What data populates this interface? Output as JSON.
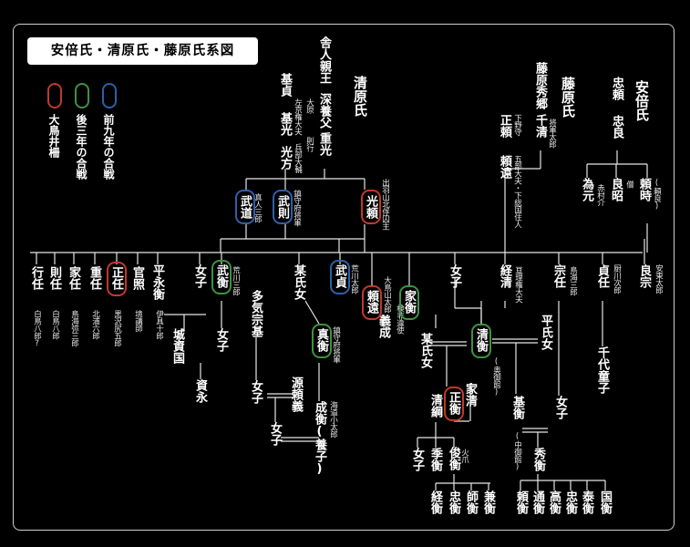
{
  "title": "安倍氏・清原氏・藤原氏系図",
  "colors": {
    "background": "#000000",
    "line": "#e6e6e6",
    "red": "#c0392b",
    "green": "#3f9142",
    "blue": "#2f5fa8"
  },
  "legend": [
    {
      "label": "大鳥井柵",
      "color": "red"
    },
    {
      "label": "後三年の合戦",
      "color": "green"
    },
    {
      "label": "前九年の合戦",
      "color": "blue"
    }
  ],
  "clans": {
    "abe": "安倍氏",
    "kiyohara": "清原氏",
    "fujiwara": "藤原氏"
  },
  "persons": [
    {
      "id": "toneri",
      "label": "舎人親王"
    },
    {
      "id": "fukayabu",
      "label": "深養父"
    },
    {
      "id": "shigemitsu",
      "label": "重光"
    },
    {
      "id": "motosada",
      "label": "基貞"
    },
    {
      "id": "motomitsu",
      "label": "基光"
    },
    {
      "id": "mitsukata",
      "label": "光方"
    },
    {
      "id": "ohara",
      "label": "大原"
    },
    {
      "id": "noriyuki",
      "label": "則行"
    },
    {
      "id": "motomitsu_note",
      "label": "左京権大夫 兵部大輔"
    },
    {
      "id": "hidesato",
      "label": "藤原秀郷"
    },
    {
      "id": "chikakiyo",
      "label": "千清"
    },
    {
      "id": "chikakiyo_note",
      "label": "将軍太郎"
    },
    {
      "id": "masayori",
      "label": "正頼"
    },
    {
      "id": "yoritoo",
      "label": "頼遠"
    },
    {
      "id": "masayori_note",
      "label": "下野守"
    },
    {
      "id": "yoritoo_note",
      "label": "五部大夫・下総国住人"
    },
    {
      "id": "tadayori",
      "label": "忠頼"
    },
    {
      "id": "tadayoshi",
      "label": "忠良"
    },
    {
      "id": "tamemoto",
      "label": "為元"
    },
    {
      "id": "ryosho",
      "label": "良昭"
    },
    {
      "id": "ryosho_note",
      "label": "僧"
    },
    {
      "id": "yoritoki",
      "label": "頼時"
    },
    {
      "id": "yoritoki_note",
      "label": "(頼良)"
    },
    {
      "id": "tamemoto_note",
      "label": "赤村介"
    },
    {
      "id": "takenori",
      "label": "武則"
    },
    {
      "id": "takemichi",
      "label": "武道"
    },
    {
      "id": "takemichi_note",
      "label": "真人三郎"
    },
    {
      "id": "takenori_note",
      "label": "鎮守府将軍"
    },
    {
      "id": "mitsuyori",
      "label": "光頼"
    },
    {
      "id": "mitsuyori_note",
      "label": "出羽山北俘囚主"
    },
    {
      "id": "yukito",
      "label": "行任"
    },
    {
      "id": "noritou",
      "label": "則任"
    },
    {
      "id": "ieto",
      "label": "家任"
    },
    {
      "id": "shigeto",
      "label": "重任"
    },
    {
      "id": "masato",
      "label": "正任"
    },
    {
      "id": "kanto",
      "label": "官照"
    },
    {
      "id": "yukito_note",
      "label": "白鳥八郎?"
    },
    {
      "id": "noritou_note",
      "label": "白鳥八郎"
    },
    {
      "id": "ieto_note",
      "label": "鳥海弥三郎"
    },
    {
      "id": "shigeto_note",
      "label": "北浦六郎"
    },
    {
      "id": "masato_note",
      "label": "黒沢尻五郎"
    },
    {
      "id": "kanto_note",
      "label": "境講師"
    },
    {
      "id": "taira_nagahira",
      "label": "平永衡"
    },
    {
      "id": "nagahira_note",
      "label": "伊具十郎"
    },
    {
      "id": "woman1",
      "label": "女子"
    },
    {
      "id": "takehira",
      "label": "武衡"
    },
    {
      "id": "takehira_note",
      "label": "荒川三郎"
    },
    {
      "id": "jo_sukekuni",
      "label": "城資国"
    },
    {
      "id": "woman2",
      "label": "女子"
    },
    {
      "id": "sukenaga",
      "label": "資永"
    },
    {
      "id": "taketada",
      "label": "武貞"
    },
    {
      "id": "taketada_note",
      "label": "荒川太郎"
    },
    {
      "id": "bo_shijo",
      "label": "某氏女"
    },
    {
      "id": "sanehira",
      "label": "真衡"
    },
    {
      "id": "sanehira_note",
      "label": "鎮守府将軍"
    },
    {
      "id": "taki_munemoto",
      "label": "多気宗基"
    },
    {
      "id": "woman3",
      "label": "女子"
    },
    {
      "id": "minamoto_yoriyoshi",
      "label": "源頼義"
    },
    {
      "id": "woman4",
      "label": "女子"
    },
    {
      "id": "narihira",
      "label": "成衡(養子)"
    },
    {
      "id": "narihira_note",
      "label": "海道小太郎"
    },
    {
      "id": "yoritoo_k",
      "label": "頼遠"
    },
    {
      "id": "yoritoo_k_note",
      "label": "大鳥山太郎"
    },
    {
      "id": "ienari",
      "label": "義成"
    },
    {
      "id": "ienari_note",
      "label": "検非違使"
    },
    {
      "id": "iehira",
      "label": "家衡"
    },
    {
      "id": "woman5",
      "label": "女子"
    },
    {
      "id": "tsunekiyo",
      "label": "経清"
    },
    {
      "id": "tsunekiyo_note",
      "label": "亘理権大夫"
    },
    {
      "id": "bo_shijo2",
      "label": "某氏女"
    },
    {
      "id": "kiyohira",
      "label": "清衡"
    },
    {
      "id": "kiyohira_note",
      "label": "(奥御館)"
    },
    {
      "id": "taira_woman",
      "label": "平氏女"
    },
    {
      "id": "masahira",
      "label": "正衡"
    },
    {
      "id": "kiyotsuna",
      "label": "清綱"
    },
    {
      "id": "iekiyo",
      "label": "家清"
    },
    {
      "id": "woman6",
      "label": "女子"
    },
    {
      "id": "suehira",
      "label": "季衡"
    },
    {
      "id": "toshihira",
      "label": "俊衡"
    },
    {
      "id": "hizume",
      "label": "火爪"
    },
    {
      "id": "tsunehira",
      "label": "経衡"
    },
    {
      "id": "tadahira",
      "label": "忠衡"
    },
    {
      "id": "morohira",
      "label": "師衡"
    },
    {
      "id": "kanehira",
      "label": "兼衡"
    },
    {
      "id": "motohira",
      "label": "基衡"
    },
    {
      "id": "motohira_note",
      "label": "(中御館)"
    },
    {
      "id": "woman7",
      "label": "女子"
    },
    {
      "id": "hidehira",
      "label": "秀衡"
    },
    {
      "id": "yasuhira",
      "label": "頼衡"
    },
    {
      "id": "michihira",
      "label": "通衡"
    },
    {
      "id": "takahira",
      "label": "高衡"
    },
    {
      "id": "tadahira2",
      "label": "忠衡"
    },
    {
      "id": "yasuhira2",
      "label": "泰衡"
    },
    {
      "id": "kunihira",
      "label": "国衡"
    },
    {
      "id": "muneto",
      "label": "宗任"
    },
    {
      "id": "muneto_note",
      "label": "鳥海三郎"
    },
    {
      "id": "sadato",
      "label": "貞任"
    },
    {
      "id": "sadato_note",
      "label": "厨川次郎"
    },
    {
      "id": "senyo_doji",
      "label": "千代童子"
    },
    {
      "id": "ryoso",
      "label": "良宗"
    },
    {
      "id": "ryoso_note",
      "label": "安東太郎"
    }
  ]
}
